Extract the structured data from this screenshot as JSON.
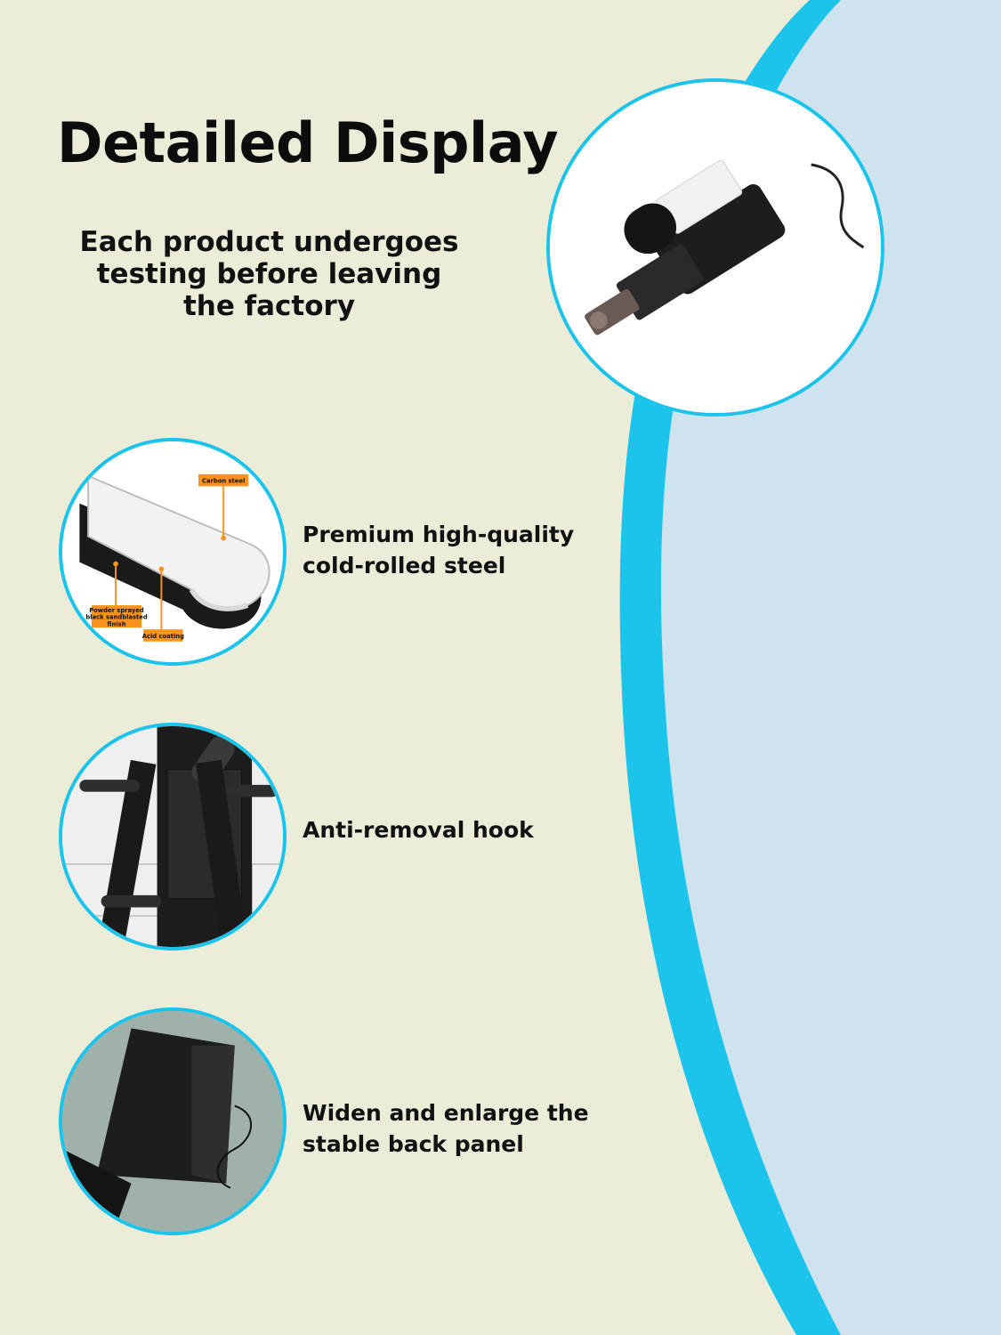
{
  "page": {
    "title": "Detailed Display",
    "subtitle": "Each product undergoes\ntesting before leaving\nthe factory"
  },
  "features": [
    {
      "text": "Premium high-quality\n   cold-rolled steel",
      "image_icon": "steel-profile-icon",
      "callouts": {
        "carbon": "Carbon steel",
        "powder_line1": "Powder sprayed",
        "powder_line2": "black sandblasted",
        "powder_line3": "finish",
        "acid": "Acid coating"
      }
    },
    {
      "text": "Anti-removal hook",
      "image_icon": "wall-bracket-hook-icon"
    },
    {
      "text": "Widen and enlarge the\n   stable back panel",
      "image_icon": "back-panel-icon"
    }
  ],
  "colors": {
    "background": "#ecedd8",
    "accent_cyan": "#1cc4ec",
    "panel_blue": "#cfe3ef",
    "callout_orange": "#f7931e",
    "text": "#111111"
  }
}
